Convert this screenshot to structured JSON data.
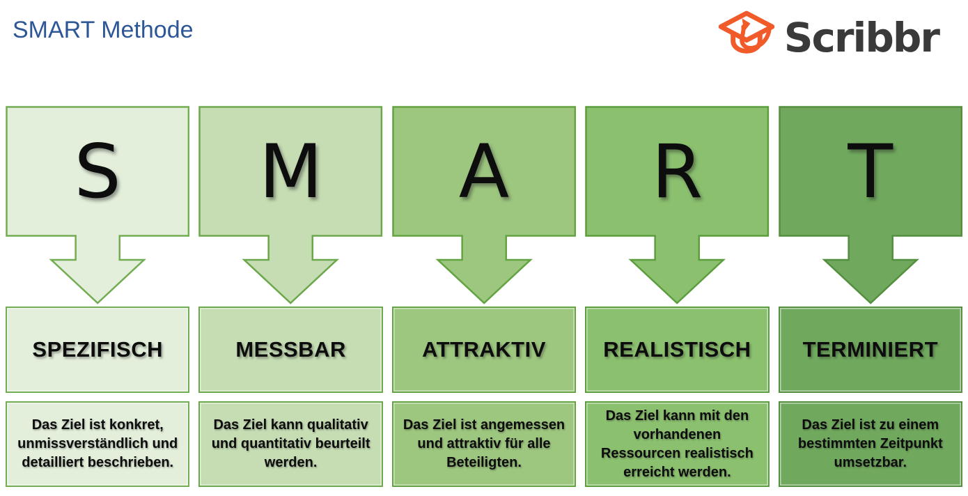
{
  "header": {
    "title": "SMART Methode",
    "brand": "Scribbr"
  },
  "colors": {
    "title_blue": "#2D5696",
    "brand_orange": "#F15A29",
    "brand_text": "#3A3A3A",
    "letter_text": "#0D0D0D"
  },
  "columns": [
    {
      "letter": "S",
      "label": "SPEZIFISCH",
      "description": "Das Ziel ist konkret, unmissverständlich und detailliert beschrieben.",
      "fill": "#E3EFDB",
      "border": "#72AC53"
    },
    {
      "letter": "M",
      "label": "MESSBAR",
      "description": "Das Ziel kann qualitativ und quantitativ beurteilt werden.",
      "fill": "#C6DDB4",
      "border": "#6BA74B"
    },
    {
      "letter": "A",
      "label": "ATTRAKTIV",
      "description": "Das Ziel ist angemessen und attraktiv für alle Beteiligten.",
      "fill": "#9DC67F",
      "border": "#63A341"
    },
    {
      "letter": "R",
      "label": "REALISTISCH",
      "description": "Das Ziel kann mit den vorhandenen Ressourcen realistisch erreicht werden.",
      "fill": "#8BC06F",
      "border": "#5C9E3E"
    },
    {
      "letter": "T",
      "label": "TERMINIERT",
      "description": "Das Ziel ist zu einem bestimmten Zeitpunkt umsetzbar.",
      "fill": "#70A95E",
      "border": "#538F3F"
    }
  ]
}
